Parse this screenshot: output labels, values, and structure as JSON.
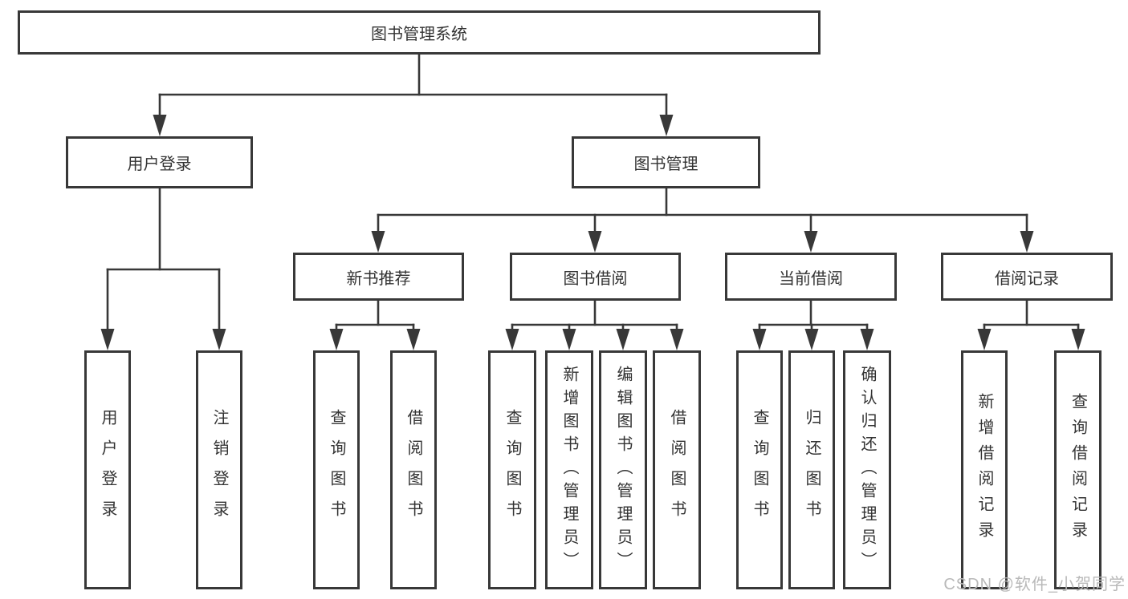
{
  "tree": {
    "label": "图书管理系统",
    "children": [
      {
        "label": "用户登录",
        "children": [
          {
            "label": "用户登录"
          },
          {
            "label": "注销登录"
          }
        ]
      },
      {
        "label": "图书管理",
        "children": [
          {
            "label": "新书推荐",
            "children": [
              {
                "label": "查询图书"
              },
              {
                "label": "借阅图书"
              }
            ]
          },
          {
            "label": "图书借阅",
            "children": [
              {
                "label": "查询图书"
              },
              {
                "label": "新增图书（管理员）"
              },
              {
                "label": "编辑图书（管理员）"
              },
              {
                "label": "借阅图书"
              }
            ]
          },
          {
            "label": "当前借阅",
            "children": [
              {
                "label": "查询图书"
              },
              {
                "label": "归还图书"
              },
              {
                "label": "确认归还（管理员）"
              }
            ]
          },
          {
            "label": "借阅记录",
            "children": [
              {
                "label": "新增借阅记录"
              },
              {
                "label": "查询借阅记录"
              }
            ]
          }
        ]
      }
    ]
  },
  "watermark": "CSDN @软件_小贺同学",
  "colors": {
    "line": "#383838",
    "text": "#333333",
    "background": "#ffffff",
    "watermark": "#b9b9b9"
  }
}
